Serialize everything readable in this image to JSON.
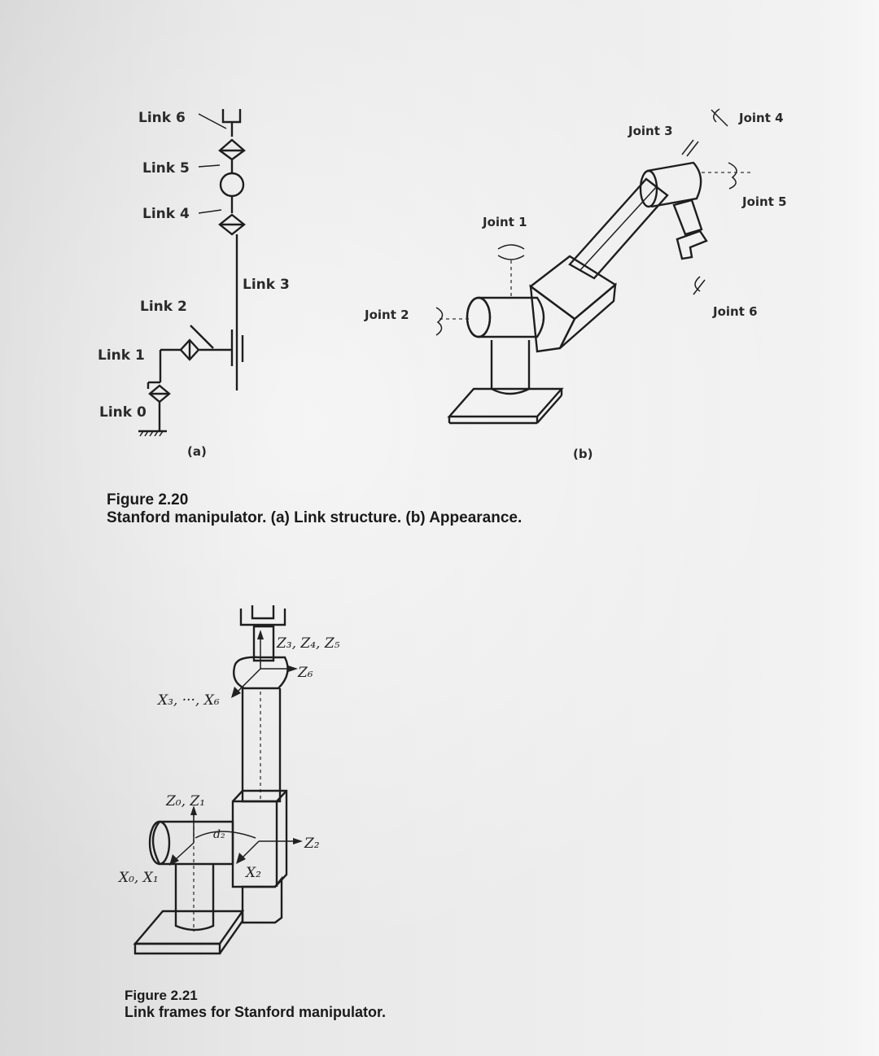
{
  "figure_220": {
    "panel_a": {
      "links": [
        "Link 6",
        "Link 5",
        "Link 4",
        "Link 3",
        "Link 2",
        "Link 1",
        "Link 0"
      ],
      "panel_label": "(a)"
    },
    "panel_b": {
      "joints": [
        "Joint 1",
        "Joint 2",
        "Joint 3",
        "Joint 4",
        "Joint 5",
        "Joint 6"
      ],
      "panel_label": "(b)"
    },
    "caption_number": "Figure 2.20",
    "caption_text": "Stanford manipulator. (a) Link structure. (b) Appearance."
  },
  "figure_221": {
    "labels": {
      "z3_z4_z5": "Z₃, Z₄, Z₅",
      "z6": "Z₆",
      "x3_x6": "X₃, ···, X₆",
      "z0_z1": "Z₀, Z₁",
      "d2": "d₂",
      "z2": "Z₂",
      "x2": "X₂",
      "x0_x1": "X₀, X₁"
    },
    "caption_number": "Figure 2.21",
    "caption_text": "Link frames for Stanford manipulator."
  }
}
